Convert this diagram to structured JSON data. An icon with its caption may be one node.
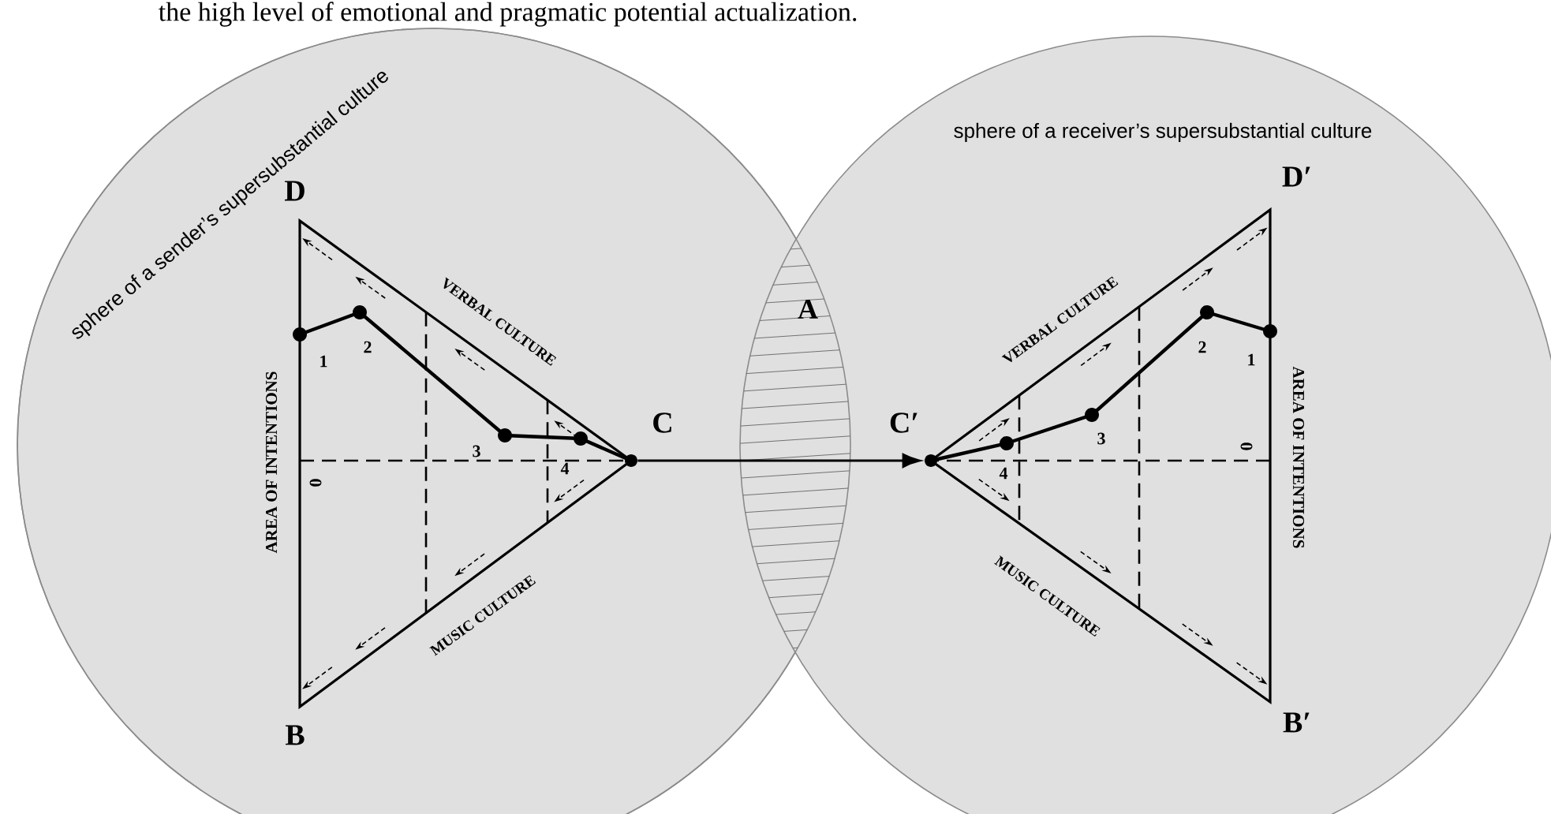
{
  "diagram": {
    "nodes": [
      {
        "text": [
          "sphere of a sender’s supersubstantial culture"
        ]
      },
      {
        "text": [
          "sphere of a receiver’s supersubstantial culture"
        ]
      },
      {
        "text": [
          "A"
        ]
      },
      {
        "text": [],
        "shape": "circle",
        "in": 0,
        "beside": [
          "C"
        ]
      },
      {
        "text": [],
        "shape": "circle",
        "in": 1,
        "beside": [
          "C′"
        ]
      }
    ],
    "edges": [
      {
        "from": 3,
        "to": 4,
        "arrow": "to"
      }
    ],
    "labels": [
      "the high level of emotional and pragmatic potential actualization.",
      "D",
      "VERBAL CULTURE",
      "AREA OF INTENTIONS",
      "1",
      "2",
      "3",
      "4",
      "0",
      "MUSIC CULTURE",
      "B",
      "D′",
      "VERBAL CULTURE",
      "2",
      "1",
      "3",
      "4",
      "0",
      "AREA OF INTENTIONS",
      "MUSIC CULTURE",
      "B′"
    ]
  }
}
